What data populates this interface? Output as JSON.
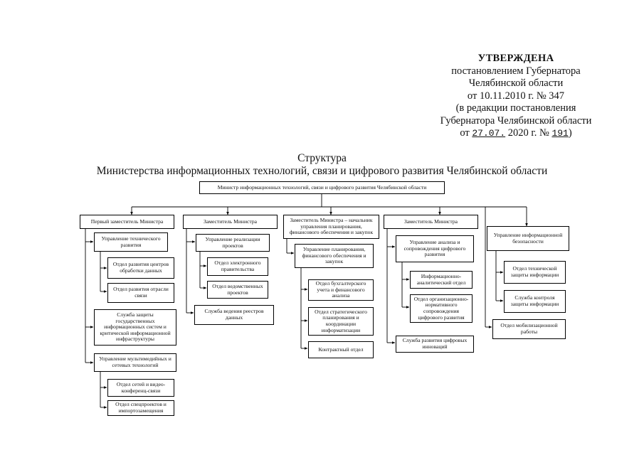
{
  "approval": {
    "line1": "УТВЕРЖДЕНА",
    "line2": "постановлением Губернатора",
    "line3": "Челябинской области",
    "line4": "от 10.11.2010 г. № 347",
    "line5": "(в редакции постановления",
    "line6": "Губернатора Челябинской области",
    "line7_prefix": "от ",
    "line7_date": "27.07.",
    "line7_mid": "2020 г. № ",
    "line7_num": "191",
    "line7_suffix": ")"
  },
  "title": {
    "line1": "Структура",
    "line2": "Министерства информационных технологий, связи и цифрового развития Челябинской области"
  },
  "org": {
    "minister": "Министр информационных технологий, связи и цифрового развития Челябинской области",
    "col1": {
      "head": "Первый заместитель Министра",
      "items": [
        "Управление технического развития",
        "Отдел развития центров обработки данных",
        "Отдел развития отрасли связи",
        "Служба защиты государственных информационных систем и критической информационной инфраструктуры",
        "Управление мультимедийных и сетевых технологий",
        "Отдел сетей и видео-конференц-связи",
        "Отдел спецпроектов и импортозамещения"
      ]
    },
    "col2": {
      "head": "Заместитель Министра",
      "items": [
        "Управление реализации проектов",
        "Отдел электронного правительства",
        "Отдел ведомственных проектов",
        "Служба ведения реестров данных"
      ]
    },
    "col3": {
      "head": "Заместитель Министра – начальник управления планирования, финансового обеспечения и закупок",
      "items": [
        "Управление планирования, финансового обеспечения и закупок",
        "Отдел бухгалтерского учета и финансового анализа",
        "Отдел стратегического планирования и координации информатизации",
        "Контрактный отдел"
      ]
    },
    "col4": {
      "head": "Заместитель Министра",
      "items": [
        "Управление анализа и сопровождения цифрового развития",
        "Информационно-аналитический отдел",
        "Отдел организационно-нормативного сопровождения цифрового развития",
        "Служба развития цифровых инноваций"
      ]
    },
    "col5": {
      "head": "Управление информационной безопасности",
      "items": [
        "Отдел технической защиты информации",
        "Служба контроля защиты информации",
        "Отдел мобилизационной работы"
      ]
    }
  }
}
